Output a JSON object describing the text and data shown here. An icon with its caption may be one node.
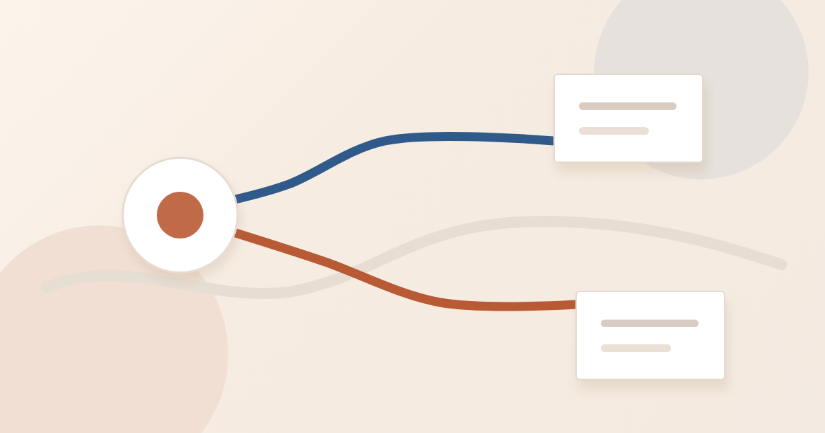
{
  "diagram": {
    "nodes": [
      {
        "text": [],
        "shape": "circle"
      },
      {
        "text": [],
        "shape": "box"
      },
      {
        "text": [],
        "shape": "box"
      }
    ],
    "edges": [
      {
        "from": 0,
        "to": 1,
        "arrow": "none",
        "color": "#2f5a8a"
      },
      {
        "from": 0,
        "to": 2,
        "arrow": "none",
        "color": "#b85a34"
      }
    ]
  }
}
